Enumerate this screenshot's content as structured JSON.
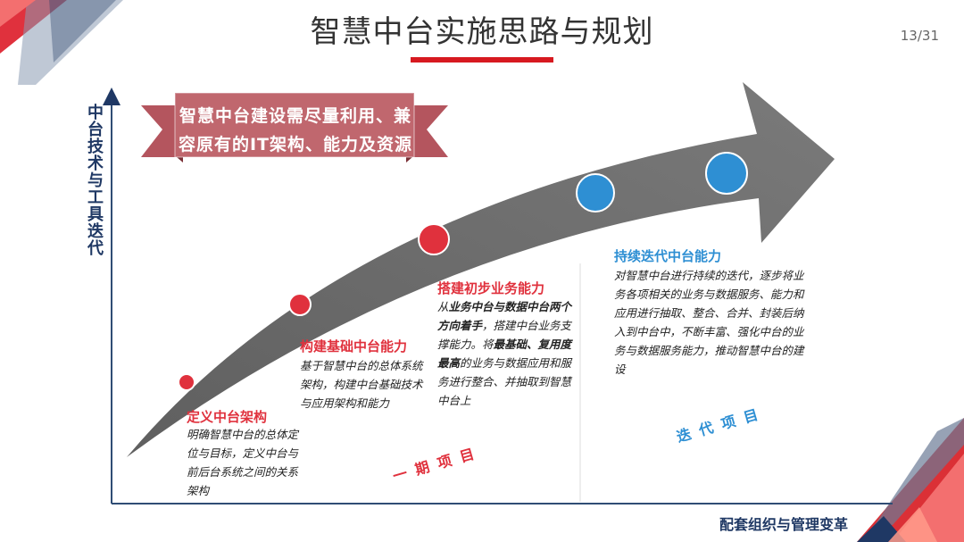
{
  "header": {
    "title": "智慧中台实施思路与规划",
    "page_number": "13/31"
  },
  "axes": {
    "y_label": "中台技术与工具迭代",
    "x_label": "配套组织与管理变革"
  },
  "banner": {
    "text": "智慧中台建设需尽量利用、兼容原有的IT架构、能力及资源"
  },
  "stages": [
    {
      "title": "定义中台架构",
      "desc_html": "明确智慧中台的总体定位与目标，定义中台与前后台系统之间的关系架构"
    },
    {
      "title": "构建基础中台能力",
      "desc_html": "基于智慧中台的总体系统架构，构建中台基础技术与应用架构和能力"
    },
    {
      "title": "搭建初步业务能力",
      "desc_parts": [
        {
          "text": "从",
          "bold": false
        },
        {
          "text": "业务中台与数据中台两个方向着手",
          "bold": true
        },
        {
          "text": "，搭建中台业务支撑能力。将",
          "bold": false
        },
        {
          "text": "最基础、复用度最高",
          "bold": true
        },
        {
          "text": "的业务与数据应用和服务进行整合、并抽取到智慧中台上",
          "bold": false
        }
      ]
    },
    {
      "title": "持续迭代中台能力",
      "desc_html": "对智慧中台进行持续的迭代，逐步将业务各项相关的业务与数据服务、能力和应用进行抽取、整合、合并、封装后纳入到中台中，不断丰富、强化中台的业务与数据服务能力，推动智慧中台的建设"
    }
  ],
  "phases": {
    "phase1": "一期项目",
    "phase2": "迭代项目"
  },
  "colors": {
    "accent_red": "#e0313d",
    "accent_blue": "#2e8fd3",
    "arrow_gray": "#707070",
    "banner_red": "#b85f66",
    "axis_navy": "#1f3864"
  }
}
